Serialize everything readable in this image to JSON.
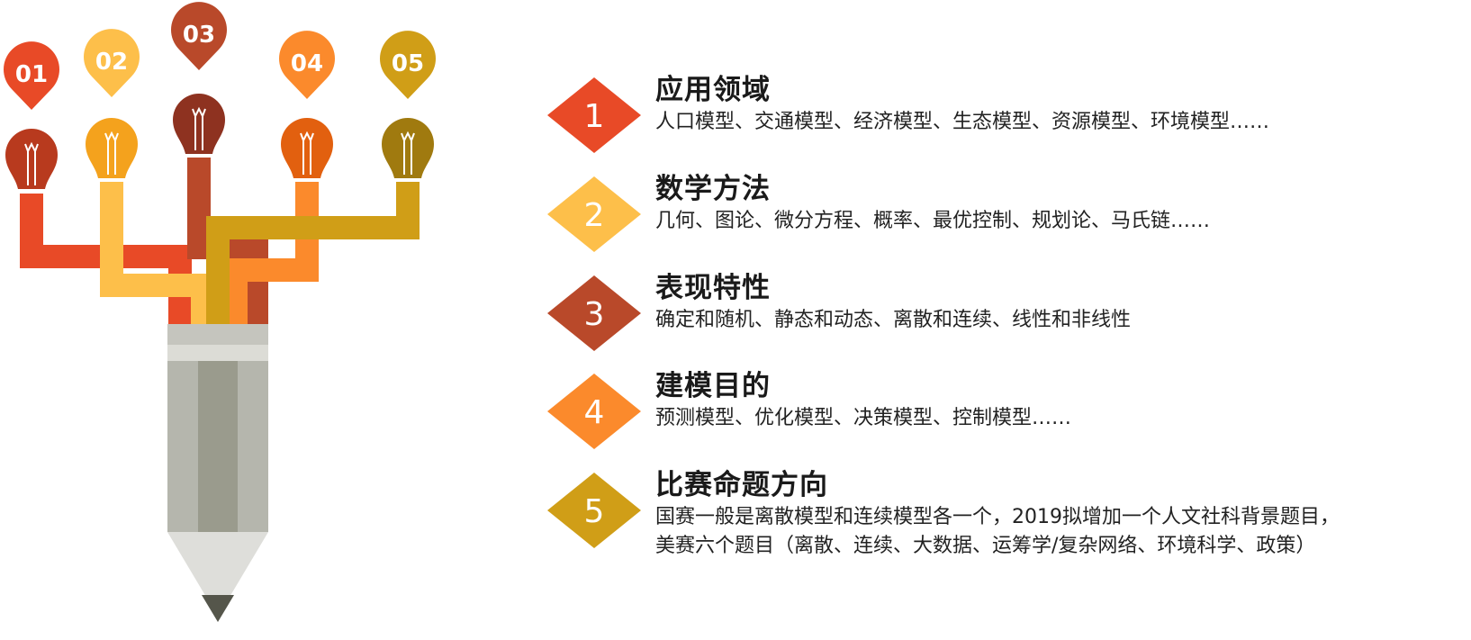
{
  "colors": {
    "c1_pin": "#e84a27",
    "c1_bulb": "#b83a1e",
    "c1_pipe": "#e84a27",
    "c2_pin": "#fdbf4a",
    "c2_bulb": "#f4a21d",
    "c2_pipe": "#fdbf4a",
    "c3_pin": "#b9492a",
    "c3_bulb": "#8e3220",
    "c3_pipe": "#b9492a",
    "c4_pin": "#fb8a2c",
    "c4_bulb": "#e2600f",
    "c4_pipe": "#fb8a2c",
    "c5_pin": "#d09e17",
    "c5_bulb": "#a07a0f",
    "c5_pipe": "#d09e17",
    "pencil_band": "#c5c5be",
    "pencil_body": "#b5b6ad",
    "pencil_core": "#9a9b8d",
    "pencil_tip": "#dededa",
    "pencil_lead": "#55564b"
  },
  "pins": [
    {
      "label": "01",
      "icon": "lightbulb-icon"
    },
    {
      "label": "02",
      "icon": "lightbulb-icon"
    },
    {
      "label": "03",
      "icon": "lightbulb-icon"
    },
    {
      "label": "04",
      "icon": "lightbulb-icon"
    },
    {
      "label": "05",
      "icon": "lightbulb-icon"
    }
  ],
  "items": [
    {
      "number": "1",
      "color": "#e84a27",
      "title": "应用领域",
      "desc_lines": [
        "人口模型、交通模型、经济模型、生态模型、资源模型、环境模型……"
      ]
    },
    {
      "number": "2",
      "color": "#fdbf4a",
      "title": "数学方法",
      "desc_lines": [
        "几何、图论、微分方程、概率、最优控制、规划论、马氏链……"
      ]
    },
    {
      "number": "3",
      "color": "#b9492a",
      "title": "表现特性",
      "desc_lines": [
        "确定和随机、静态和动态、离散和连续、线性和非线性"
      ]
    },
    {
      "number": "4",
      "color": "#fb8a2c",
      "title": "建模目的",
      "desc_lines": [
        "预测模型、优化模型、决策模型、控制模型……"
      ]
    },
    {
      "number": "5",
      "color": "#d09e17",
      "title": "比赛命题方向",
      "desc_lines": [
        "国赛一般是离散模型和连续模型各一个，2019拟增加一个人文社科背景题目，",
        "美赛六个题目（离散、连续、大数据、运筹学/复杂网络、环境科学、政策）"
      ]
    }
  ]
}
